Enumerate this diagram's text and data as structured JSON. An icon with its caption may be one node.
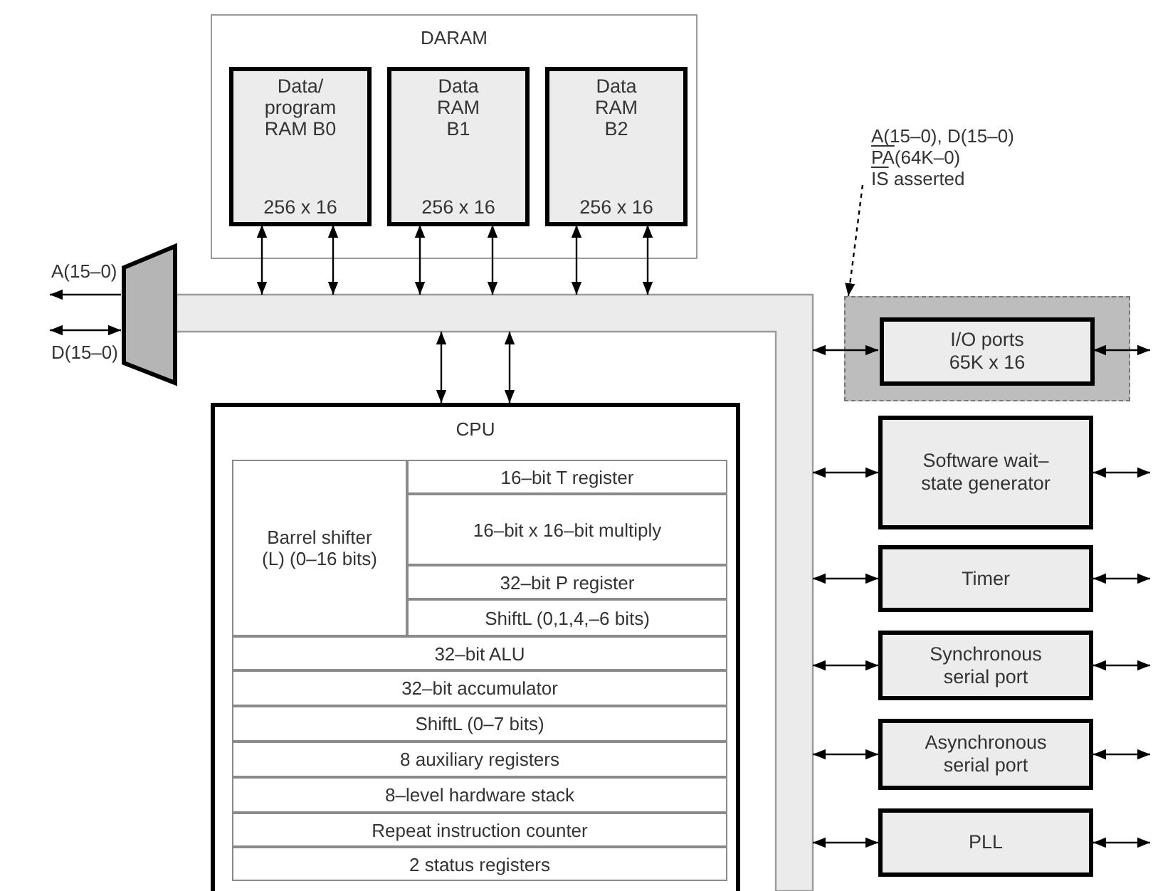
{
  "diagram": {
    "nodes": [
      {
        "text": [
          "DARAM"
        ]
      },
      {
        "text": [
          "Data/ program RAM B0",
          "256 x 16"
        ],
        "in": 0
      },
      {
        "text": [
          "Data RAM B1",
          "256 x 16"
        ],
        "in": 0
      },
      {
        "text": [
          "Data RAM B2",
          "256 x 16"
        ],
        "in": 0
      },
      {
        "text": [],
        "shape": "bar"
      },
      {
        "text": [],
        "shape": "trapezoid"
      },
      {
        "text": [
          "CPU"
        ]
      },
      {
        "text": [
          "Barrel shifter (L) (0–16 bits)"
        ],
        "in": 6
      },
      {
        "text": [
          "16–bit T register"
        ],
        "in": 6
      },
      {
        "text": [
          "16–bit x 16–bit multiply"
        ],
        "in": 6
      },
      {
        "text": [
          "32–bit P register"
        ],
        "in": 6
      },
      {
        "text": [
          "ShiftL (0,1,4,–6 bits)"
        ],
        "in": 6
      },
      {
        "text": [
          "32–bit ALU"
        ],
        "in": 6
      },
      {
        "text": [
          "32–bit accumulator"
        ],
        "in": 6
      },
      {
        "text": [
          "ShiftL (0–7 bits)"
        ],
        "in": 6
      },
      {
        "text": [
          "8 auxiliary registers"
        ],
        "in": 6
      },
      {
        "text": [
          "8–level hardware stack"
        ],
        "in": 6
      },
      {
        "text": [
          "Repeat instruction counter"
        ],
        "in": 6
      },
      {
        "text": [
          "2 status registers"
        ],
        "in": 6
      },
      {
        "text": [],
        "shape": "box"
      },
      {
        "text": [
          "I/O ports",
          "65K x 16"
        ],
        "in": 19
      },
      {
        "text": [
          "Software wait–state generator"
        ]
      },
      {
        "text": [
          "Timer"
        ]
      },
      {
        "text": [
          "Synchronous serial port"
        ]
      },
      {
        "text": [
          "Asynchronous serial port"
        ]
      },
      {
        "text": [
          "PLL"
        ]
      },
      {
        "text": [
          "A(15–0), D(15–0)",
          "PA(64K–0)",
          "IS asserted"
        ]
      }
    ],
    "edges": [
      {
        "from": 4,
        "to": 1,
        "arrow": "both"
      },
      {
        "from": 4,
        "to": 1,
        "arrow": "both"
      },
      {
        "from": 4,
        "to": 2,
        "arrow": "both"
      },
      {
        "from": 4,
        "to": 2,
        "arrow": "both"
      },
      {
        "from": 4,
        "to": 3,
        "arrow": "both"
      },
      {
        "from": 4,
        "to": 3,
        "arrow": "both"
      },
      {
        "from": 4,
        "to": 6,
        "arrow": "both"
      },
      {
        "from": 4,
        "to": 6,
        "arrow": "both"
      },
      {
        "from": 4,
        "to": 20,
        "arrow": "both"
      },
      {
        "from": 4,
        "to": 21,
        "arrow": "both"
      },
      {
        "from": 4,
        "to": 22,
        "arrow": "both"
      },
      {
        "from": 4,
        "to": 23,
        "arrow": "both"
      },
      {
        "from": 4,
        "to": 24,
        "arrow": "both"
      },
      {
        "from": 4,
        "to": 25,
        "arrow": "both"
      },
      {
        "from": null,
        "to": 20,
        "arrow": "both"
      },
      {
        "from": null,
        "to": 21,
        "arrow": "both"
      },
      {
        "from": null,
        "to": 22,
        "arrow": "both"
      },
      {
        "from": null,
        "to": 23,
        "arrow": "both"
      },
      {
        "from": null,
        "to": 24,
        "arrow": "both"
      },
      {
        "from": null,
        "to": 25,
        "arrow": "both"
      },
      {
        "from": 5,
        "to": null,
        "arrow": "to",
        "label": "A(15–0)"
      },
      {
        "from": null,
        "to": 5,
        "arrow": "both",
        "label": "D(15–0)"
      },
      {
        "from": 26,
        "to": 19,
        "arrow": "to",
        "style": "dashed"
      }
    ]
  }
}
